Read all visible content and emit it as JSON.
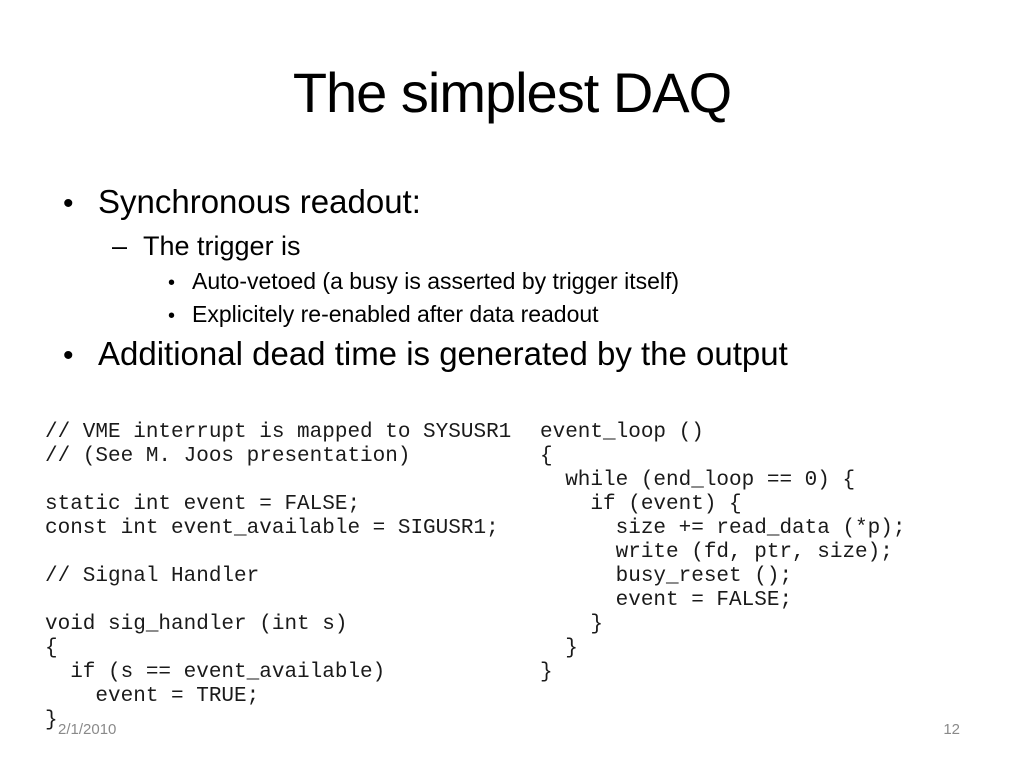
{
  "slide": {
    "title": "The simplest DAQ",
    "bullets": [
      {
        "level": 1,
        "marker": "•",
        "text": "Synchronous readout:"
      },
      {
        "level": 2,
        "marker": "–",
        "text": "The trigger is"
      },
      {
        "level": 3,
        "marker": "•",
        "text": "Auto-vetoed (a busy is asserted by trigger itself)"
      },
      {
        "level": 3,
        "marker": "•",
        "text": "Explicitely re-enabled after data readout"
      },
      {
        "level": 1,
        "marker": "•",
        "text": "Additional dead time is generated by the output"
      }
    ],
    "code_left": {
      "lines": [
        "// VME interrupt is mapped to SYSUSR1",
        "// (See M. Joos presentation)",
        "",
        "static int event = FALSE;",
        "const int event_available = SIGUSR1;",
        "",
        "// Signal Handler",
        "",
        "void sig_handler (int s)",
        "{",
        "  if (s == event_available)",
        "    event = TRUE;",
        "}"
      ]
    },
    "code_right": {
      "lines": [
        "event_loop ()",
        "{",
        "  while (end_loop == 0) {",
        "    if (event) {",
        "      size += read_data (*p);",
        "      write (fd, ptr, size);",
        "      busy_reset ();",
        "      event = FALSE;",
        "    }",
        "  }",
        "}"
      ]
    },
    "footer": {
      "date": "2/1/2010",
      "page_number": "12"
    }
  },
  "colors": {
    "background": "#ffffff",
    "text": "#000000",
    "code_text": "#1a1a1a",
    "footer_text": "#8a8a8a"
  }
}
